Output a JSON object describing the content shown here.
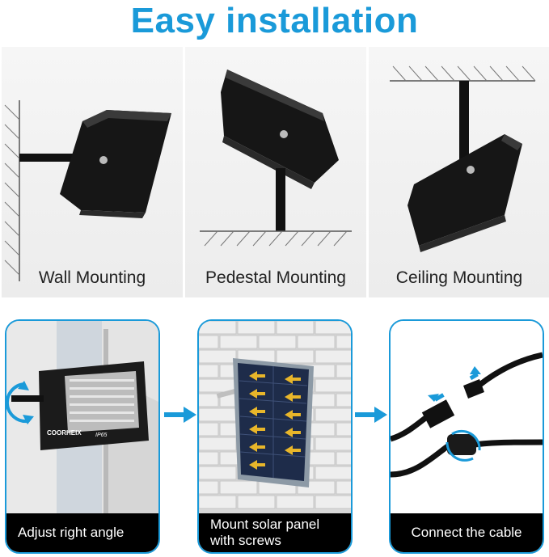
{
  "title": "Easy installation",
  "mounting": [
    {
      "label": "Wall Mounting"
    },
    {
      "label": "Pedestal Mounting"
    },
    {
      "label": "Ceiling Mounting"
    }
  ],
  "steps": [
    {
      "label": "Adjust right angle"
    },
    {
      "label": "Mount solar panel with screws"
    },
    {
      "label": "Connect the cable"
    }
  ],
  "product": {
    "brand": "COORHEIX",
    "rating": "IP65"
  },
  "colors": {
    "accent": "#1a9ad9",
    "caption_bg": "#000000",
    "panel_bg": "#efefef"
  }
}
